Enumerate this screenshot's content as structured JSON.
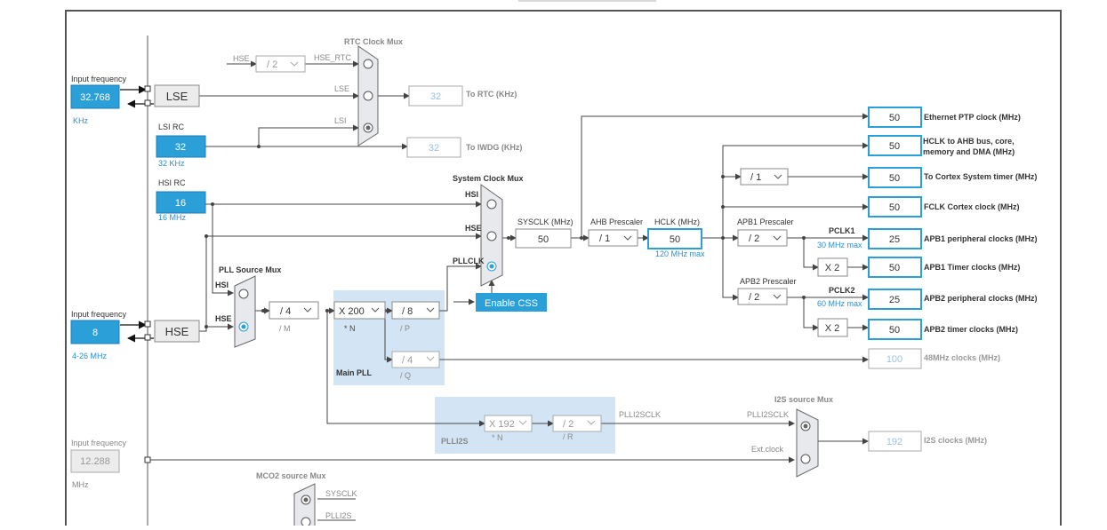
{
  "colors": {
    "accent": "#2a9fd8",
    "pll_panel": "#d3e5f5",
    "wire": "#444444",
    "disabled_text": "#9ac3e3"
  },
  "rtc_mux": {
    "title": "RTC Clock Mux",
    "hse_label": "HSE",
    "hse_div": "/ 2",
    "hse_rtc": "HSE_RTC",
    "lse_in": "LSE",
    "lsi_in": "LSI",
    "rtc_value": "32",
    "rtc_label": "To RTC (KHz)",
    "iwdg_value": "32",
    "iwdg_label": "To IWDG (KHz)"
  },
  "lse": {
    "input_label": "Input frequency",
    "input_value": "32.768",
    "unit": "KHz",
    "name": "LSE"
  },
  "lsi": {
    "title": "LSI RC",
    "value": "32",
    "sub": "32 KHz"
  },
  "hsi": {
    "title": "HSI RC",
    "value": "16",
    "sub": "16 MHz"
  },
  "hse": {
    "input_label": "Input frequency",
    "input_value": "8",
    "range": "4-26 MHz",
    "name": "HSE"
  },
  "ext": {
    "input_label": "Input frequency",
    "input_value": "12.288",
    "unit": "MHz"
  },
  "pll_src": {
    "title": "PLL Source Mux",
    "hsi": "HSI",
    "hse": "HSE"
  },
  "main_pll": {
    "m_div": "/ 4",
    "m_label": "/ M",
    "n_mul": "X 200",
    "n_label": "* N",
    "p_div": "/ 8",
    "p_label": "/ P",
    "q_div": "/ 4",
    "q_label": "/ Q",
    "name": "Main PLL"
  },
  "sys_mux": {
    "title": "System Clock Mux",
    "hsi": "HSI",
    "hse": "HSE",
    "pllclk": "PLLCLK",
    "css_button": "Enable CSS"
  },
  "sysclk": {
    "label": "SYSCLK (MHz)",
    "value": "50"
  },
  "ahb": {
    "label": "AHB Prescaler",
    "value": "/ 1"
  },
  "hclk": {
    "label": "HCLK (MHz)",
    "value": "50",
    "max": "120 MHz max"
  },
  "apb1": {
    "label": "APB1 Prescaler",
    "value": "/ 2",
    "pclk": "PCLK1",
    "max": "30 MHz max",
    "x2": "X 2"
  },
  "apb2": {
    "label": "APB2 Prescaler",
    "value": "/ 2",
    "pclk": "PCLK2",
    "max": "60 MHz max",
    "x2": "X 2"
  },
  "cortex_div": "/ 1",
  "outputs": [
    {
      "value": "50",
      "label": "Ethernet PTP clock (MHz)"
    },
    {
      "value": "50",
      "label": "HCLK to AHB bus, core, memory and DMA (MHz)"
    },
    {
      "value": "50",
      "label": "To Cortex System timer (MHz)"
    },
    {
      "value": "50",
      "label": "FCLK Cortex clock (MHz)"
    },
    {
      "value": "25",
      "label": "APB1 peripheral clocks (MHz)"
    },
    {
      "value": "50",
      "label": "APB1 Timer clocks (MHz)"
    },
    {
      "value": "25",
      "label": "APB2 peripheral clocks (MHz)"
    },
    {
      "value": "50",
      "label": "APB2 timer clocks (MHz)"
    },
    {
      "value": "100",
      "label": "48MHz clocks (MHz)"
    }
  ],
  "plli2s": {
    "n_mul": "X 192",
    "n_label": "* N",
    "r_div": "/ 2",
    "r_label": "/ R",
    "name": "PLLI2S",
    "out": "PLLI2SCLK"
  },
  "i2s_mux": {
    "title": "I2S source Mux",
    "in1": "PLLI2SCLK",
    "in2": "Ext.clock",
    "value": "192",
    "label": "I2S clocks (MHz)"
  },
  "mco2": {
    "title": "MCO2 source Mux",
    "in1": "SYSCLK",
    "in2": "PLLI2S"
  }
}
